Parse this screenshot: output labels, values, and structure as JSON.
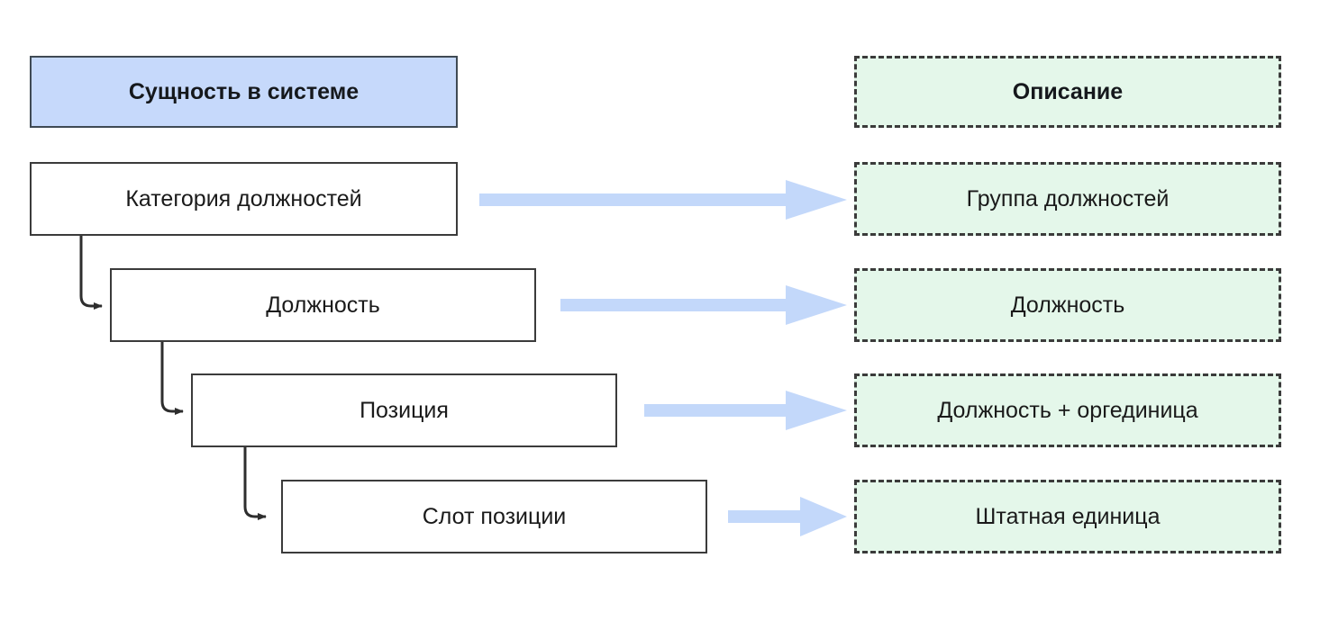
{
  "diagram": {
    "title_left": "Сущность в системе",
    "title_right": "Описание",
    "colors": {
      "header_left_fill": "#c6d9fb",
      "header_left_stroke": "#3f4a54",
      "header_right_fill": "#e4f7ea",
      "description_fill": "#e4f7ea",
      "description_stroke": "#3b3b3b",
      "entity_fill": "#ffffff",
      "entity_stroke": "#3b3b3b",
      "arrow_fill": "#c3d8fa",
      "connector_stroke": "#2e2e2e",
      "background": "#ffffff"
    },
    "rows": [
      {
        "entity": "Категория должностей",
        "description": "Группа должностей",
        "level": 1
      },
      {
        "entity": "Должность",
        "description": "Должность",
        "level": 2
      },
      {
        "entity": "Позиция",
        "description": "Должность + оргединица",
        "level": 3
      },
      {
        "entity": "Слот позиции",
        "description": "Штатная единица",
        "level": 4
      }
    ]
  }
}
